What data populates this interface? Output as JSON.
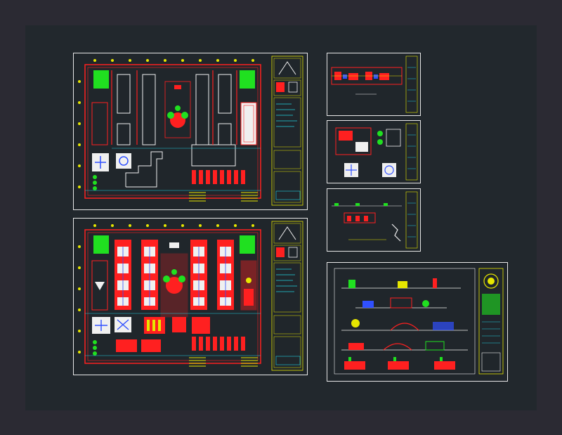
{
  "sheets": [
    {
      "id": "plan-upper",
      "kind": "floor-plan"
    },
    {
      "id": "plan-lower",
      "kind": "furnished-plan"
    },
    {
      "id": "section-a",
      "kind": "section"
    },
    {
      "id": "detail-b",
      "kind": "detail"
    },
    {
      "id": "elevation-c",
      "kind": "elevation"
    },
    {
      "id": "elevations-d",
      "kind": "elevations"
    }
  ],
  "colors": {
    "background": "#2b2a33",
    "canvas": "#22282d",
    "sheet_border": "#e8e8e8",
    "title_block": "#e6e600",
    "wall_red": "#ff2020",
    "green": "#20e020",
    "blue": "#3050ff",
    "white": "#f0f0f0",
    "cyan": "#20d0e0"
  }
}
